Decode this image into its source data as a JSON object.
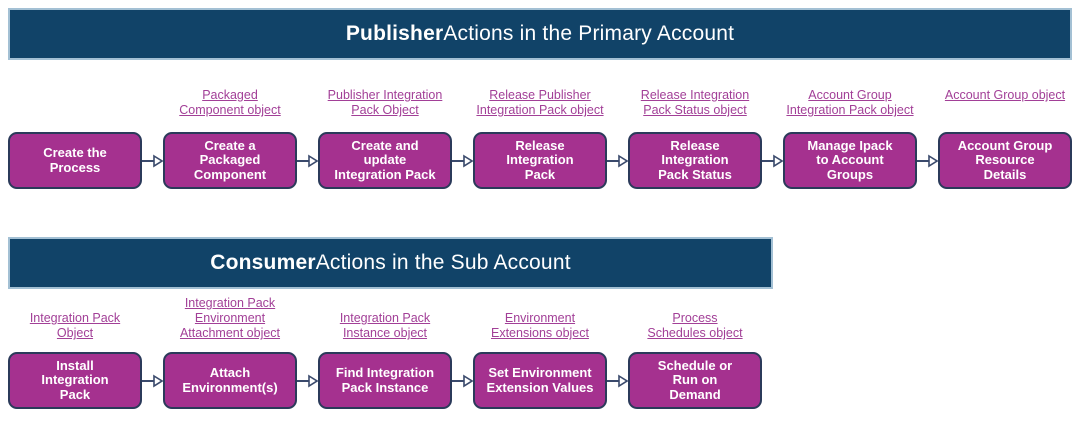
{
  "colors": {
    "background": "#FFFFFF",
    "banner_bg": "#114368",
    "banner_border": "#A3C0D4",
    "banner_text": "#FFFFFF",
    "box_fill": "#A5318F",
    "box_border": "#2B3A5A",
    "box_text": "#FFFFFF",
    "link_color": "#A23F97",
    "arrow_color": "#3A4A6C"
  },
  "icons": {
    "arrow": "open-triangle-right-arrow"
  },
  "sections": [
    {
      "banner": {
        "bold": "Publisher",
        "rest": " Actions in the Primary Account"
      },
      "steps": [
        {
          "label": "Create the\nProcess",
          "link": ""
        },
        {
          "label": "Create a\nPackaged\nComponent",
          "link": "Packaged\nComponent object"
        },
        {
          "label": "Create and\nupdate\nIntegration Pack",
          "link": "Publisher Integration\nPack Object"
        },
        {
          "label": "Release\nIntegration\nPack",
          "link": "Release Publisher\nIntegration Pack object"
        },
        {
          "label": "Release\nIntegration\nPack Status",
          "link": "Release Integration\nPack Status object"
        },
        {
          "label": "Manage Ipack\nto Account\nGroups",
          "link": "Account Group\nIntegration Pack object"
        },
        {
          "label": "Account Group\nResource\nDetails",
          "link": "Account Group object"
        }
      ]
    },
    {
      "banner": {
        "bold": "Consumer",
        "rest": " Actions in the Sub Account"
      },
      "steps": [
        {
          "label": "Install\nIntegration\nPack",
          "link": "Integration Pack\nObject"
        },
        {
          "label": "Attach\nEnvironment(s)",
          "link": "Integration Pack\nEnvironment\nAttachment object"
        },
        {
          "label": "Find Integration\nPack Instance",
          "link": "Integration Pack\nInstance object"
        },
        {
          "label": "Set Environment\nExtension Values",
          "link": "Environment\nExtensions object"
        },
        {
          "label": "Schedule or\nRun on\nDemand",
          "link": "Process\nSchedules object"
        }
      ]
    }
  ]
}
